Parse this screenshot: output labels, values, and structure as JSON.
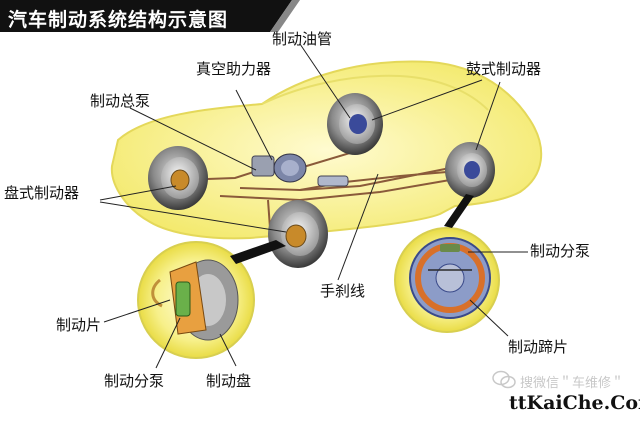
{
  "title": "汽车制动系统结构示意图",
  "labels": {
    "brake_pipe": "制动油管",
    "vacuum_booster": "真空助力器",
    "drum_brake": "鼓式制动器",
    "master_cylinder": "制动总泵",
    "disc_brake": "盘式制动器",
    "wheel_cylinder_drum": "制动分泵",
    "handbrake_cable": "手刹线",
    "brake_pad": "制动片",
    "brake_shoe": "制动蹄片",
    "wheel_cylinder_disc": "制动分泵",
    "brake_disc": "制动盘"
  },
  "watermark": {
    "wechat": "搜微信＂车维修＂",
    "site": "ttKaiChe.Com"
  },
  "colors": {
    "car_body": "#f4ec7a",
    "title_bg": "#111111",
    "brake_line": "#8a5a3a",
    "leader_line": "#222222"
  }
}
